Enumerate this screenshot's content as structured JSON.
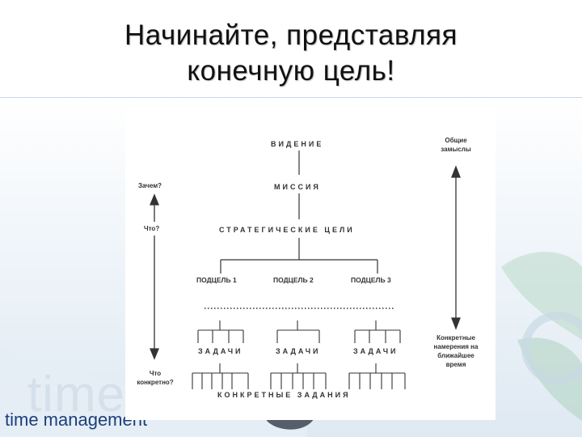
{
  "slide": {
    "title_line1": "Начинайте, представляя",
    "title_line2": "конечную цель!",
    "footer_text": "time management",
    "background_word": "time m"
  },
  "diagram": {
    "levels": {
      "vision": "ВИДЕНИЕ",
      "mission": "МИССИЯ",
      "strategic_goals": "СТРАТЕГИЧЕСКИЕ  ЦЕЛИ",
      "subgoals": [
        "ПОДЦЕЛЬ 1",
        "ПОДЦЕЛЬ 2",
        "ПОДЦЕЛЬ 3"
      ],
      "tasks": [
        "ЗАДАЧИ",
        "ЗАДАЧИ",
        "ЗАДАЧИ"
      ],
      "concrete_tasks": "КОНКРЕТНЫЕ   ЗАДАНИЯ"
    },
    "left_axis": {
      "top": "Зачем?",
      "middle": "Что?",
      "bottom_line1": "Что",
      "bottom_line2": "конкретно?"
    },
    "right_axis": {
      "top_line1": "Общие",
      "top_line2": "замыслы",
      "bottom_line1": "Конкретные",
      "bottom_line2": "намерения на",
      "bottom_line3": "ближайшее",
      "bottom_line4": "время"
    }
  },
  "colors": {
    "title_text": "#111111",
    "footer_text": "#1c3f7a",
    "diagram_line": "#333333"
  }
}
